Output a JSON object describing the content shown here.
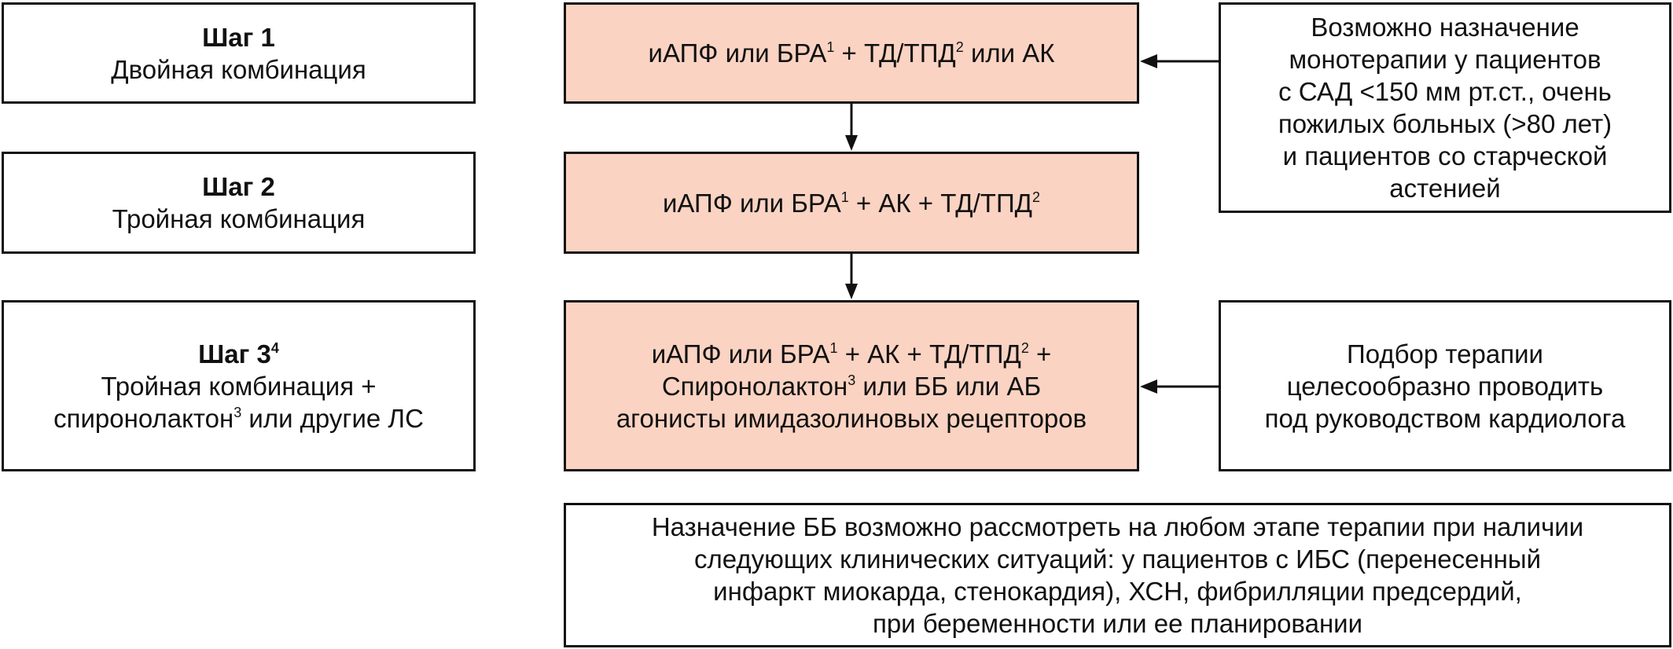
{
  "steps": [
    {
      "title": [
        [
          "Шаг 1",
          ""
        ]
      ],
      "lines": [
        [
          [
            "Двойная комбинация",
            ""
          ]
        ]
      ]
    },
    {
      "title": [
        [
          "Шаг 2",
          ""
        ]
      ],
      "lines": [
        [
          [
            "Тройная комбинация",
            ""
          ]
        ]
      ]
    },
    {
      "title": [
        [
          "Шаг 3",
          "4"
        ]
      ],
      "lines": [
        [
          [
            "Тройная комбинация +",
            ""
          ]
        ],
        [
          [
            "спиронолактон",
            "3"
          ],
          [
            " или другие ЛС",
            ""
          ]
        ]
      ]
    }
  ],
  "regimens": [
    {
      "lines": [
        [
          [
            "иАПФ или БРА",
            "1"
          ],
          [
            " + ТД/ТПД",
            "2"
          ],
          [
            " или АК",
            ""
          ]
        ]
      ]
    },
    {
      "lines": [
        [
          [
            "иАПФ или БРА",
            "1"
          ],
          [
            " + АК + ТД/ТПД",
            "2"
          ]
        ]
      ]
    },
    {
      "lines": [
        [
          [
            "иАПФ или БРА",
            "1"
          ],
          [
            " + АК + ТД/ТПД",
            "2"
          ],
          [
            " +",
            ""
          ]
        ],
        [
          [
            "Спиронолактон",
            "3"
          ],
          [
            " или ББ или АБ",
            ""
          ]
        ],
        [
          [
            "агонисты имидазолиновых рецепторов",
            ""
          ]
        ]
      ]
    }
  ],
  "notes": [
    {
      "lines": [
        [
          [
            "Возможно назначение",
            ""
          ]
        ],
        [
          [
            "монотерапии у пациентов",
            ""
          ]
        ],
        [
          [
            "с САД <150 мм рт.ст., очень",
            ""
          ]
        ],
        [
          [
            "пожилых больных (>80 лет)",
            ""
          ]
        ],
        [
          [
            "и пациентов со старческой",
            ""
          ]
        ],
        [
          [
            "астенией",
            ""
          ]
        ]
      ]
    },
    {
      "lines": [
        [
          [
            "Подбор терапии",
            ""
          ]
        ],
        [
          [
            "целесообразно проводить",
            ""
          ]
        ],
        [
          [
            "под руководством кардиолога",
            ""
          ]
        ]
      ]
    },
    {
      "lines": [
        [
          [
            "Назначение ББ возможно рассмотреть на любом этапе терапии при наличии",
            ""
          ]
        ],
        [
          [
            "следующих клинических ситуаций: у пациентов с ИБС (перенесенный",
            ""
          ]
        ],
        [
          [
            "инфаркт миокарда, стенокардия), ХСН, фибрилляции предсердий,",
            ""
          ]
        ],
        [
          [
            "при беременности или ее планировании",
            ""
          ]
        ]
      ]
    }
  ],
  "colors": {
    "regimen_fill": "#fbd3c2",
    "border": "#111111"
  }
}
